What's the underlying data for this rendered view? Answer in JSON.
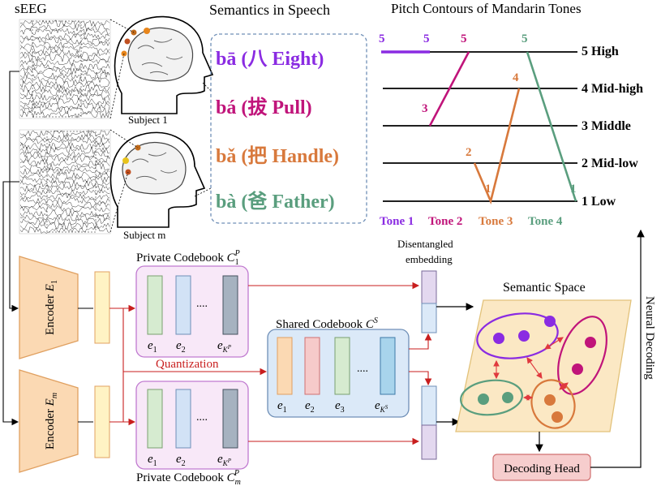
{
  "seeg": {
    "title": "sEEG"
  },
  "subjects": {
    "subject1": "Subject 1",
    "subjectm": "Subject m"
  },
  "semantics": {
    "title": "Semantics in Speech",
    "items": [
      {
        "text": "bā (八 Eight)",
        "color": "#8a2be2"
      },
      {
        "text": "bá (拔 Pull)",
        "color": "#c0147a"
      },
      {
        "text": "bǎ (把 Handle)",
        "color": "#d8793c"
      },
      {
        "text": "bà (爸 Father)",
        "color": "#5a9e7e"
      }
    ]
  },
  "pitch": {
    "title": "Pitch Contours of Mandarin Tones",
    "levels": [
      "5 High",
      "4 Mid-high",
      "3 Middle",
      "2 Mid-low",
      "1 Low"
    ],
    "tone_labels": [
      {
        "text": "Tone 1",
        "color": "#8a2be2"
      },
      {
        "text": "Tone 2",
        "color": "#c0147a"
      },
      {
        "text": "Tone 3",
        "color": "#d8793c"
      },
      {
        "text": "Tone 4",
        "color": "#5a9e7e"
      }
    ],
    "point_labels": {
      "t1a": "5",
      "t1b": "5",
      "t2a": "3",
      "t2b": "5",
      "t3a": "2",
      "t3b": "1",
      "t3c": "4",
      "t4a": "5",
      "t4b": "1"
    }
  },
  "encoders": {
    "enc1": "Encoder E1",
    "encm": "Encoder Em"
  },
  "codebooks": {
    "private1": "Private Codebook C1P",
    "privatem": "Private Codebook CmP",
    "shared": "Shared Codebook CS",
    "dots": "....",
    "private_entries": [
      "e1",
      "e2",
      "eKP"
    ],
    "shared_entries": [
      "e1",
      "e2",
      "e3",
      "eKS"
    ]
  },
  "quantization": "Quantization",
  "disentangled": [
    "Disentangled",
    "embedding"
  ],
  "semantic_space": "Semantic Space",
  "neural_decoding": "Neural Decoding",
  "decoding_head": "Decoding Head",
  "colors": {
    "red": "#c81e1e",
    "purple": "#8a2be2",
    "magenta": "#c0147a",
    "orange": "#d8793c",
    "green": "#5a9e7e",
    "encoder_fill": "#fbd9b3",
    "yellow_fill": "#fff3c4"
  }
}
